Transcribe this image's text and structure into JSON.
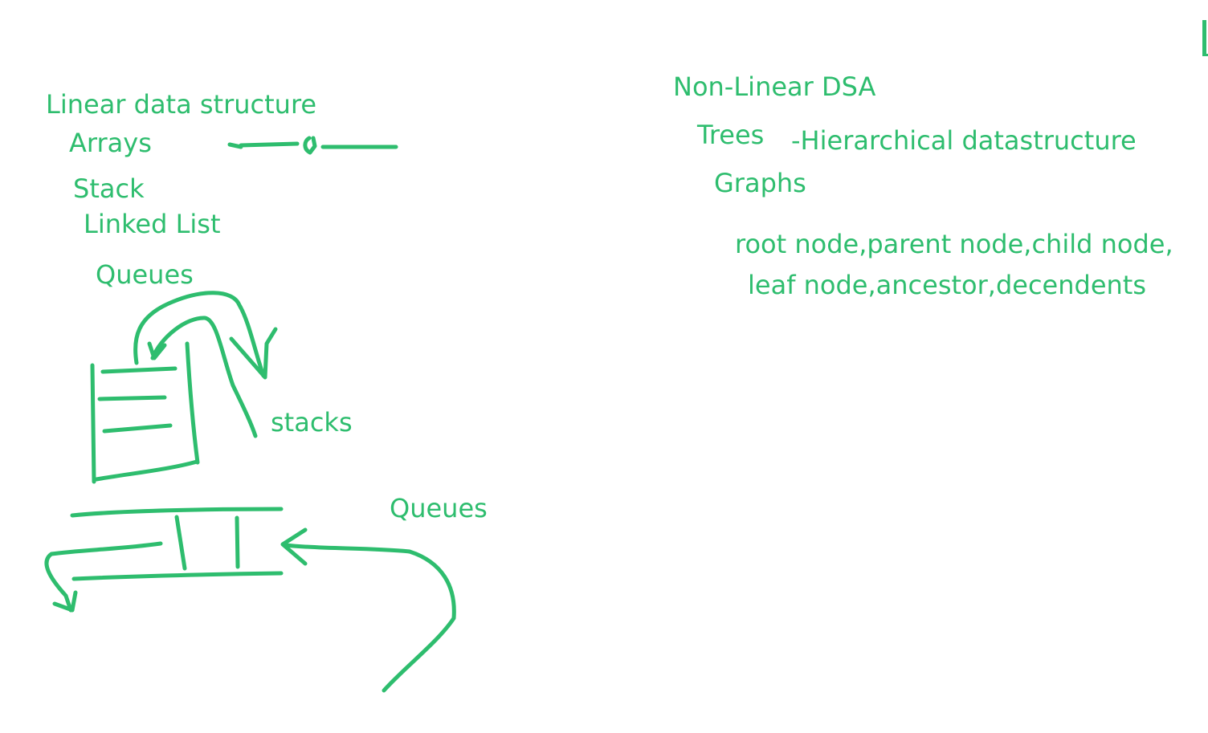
{
  "whiteboard": {
    "ink_color": "#2ebd6e",
    "background_color": "#ffffff",
    "linear": {
      "heading": "Linear data structure",
      "items": [
        "Arrays",
        "Stack",
        "Linked List",
        "Queues"
      ]
    },
    "sketch_labels": {
      "stacks": "stacks",
      "queues": "Queues"
    },
    "non_linear": {
      "heading": "Non-Linear DSA",
      "trees": "Trees",
      "trees_note": "-Hierarchical datastructure",
      "graphs": "Graphs",
      "terms_line1": "root node,parent node,child node,",
      "terms_line2": "leaf node,ancestor,decendents"
    }
  }
}
